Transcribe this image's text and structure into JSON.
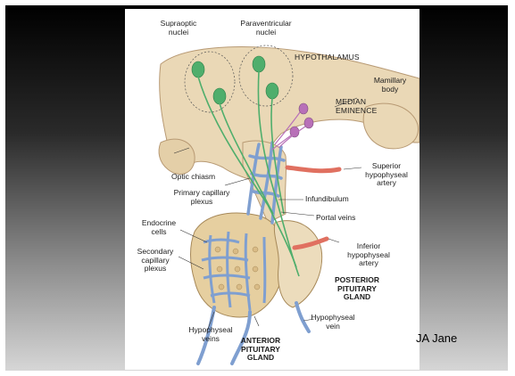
{
  "labels": {
    "supraoptic": "Supraoptic\nnuclei",
    "paraventricular": "Paraventricular\nnuclei",
    "hypothalamus": "HYPOTHALAMUS",
    "mamillary": "Mamillary\nbody",
    "median_eminence": "MEDIAN\nEMINENCE",
    "optic_chiasm": "Optic chiasm",
    "superior_artery": "Superior\nhypophyseal\nartery",
    "primary_plexus": "Primary capillary\nplexus",
    "infundibulum": "Infundibulum",
    "endocrine_cells": "Endocrine\ncells",
    "portal_veins": "Portal veins",
    "secondary_plexus": "Secondary\ncapillary\nplexus",
    "inferior_artery": "Inferior\nhypophyseal\nartery",
    "posterior_gland": "POSTERIOR\nPITUITARY\nGLAND",
    "hypophyseal_veins": "Hypophyseal\nveins",
    "hypophyseal_vein": "Hypophyseal\nvein",
    "anterior_gland": "ANTERIOR\nPITUITARY\nGLAND"
  },
  "credit": "JA Jane",
  "colors": {
    "slide_top": "#000000",
    "slide_bottom": "#d6d6d6",
    "tissue": "#e9d6b4",
    "vessel_blue": "#7f9fd0",
    "artery_red": "#e07060",
    "neuron_green": "#4fae6c",
    "neuron_purple": "#b870b8"
  }
}
